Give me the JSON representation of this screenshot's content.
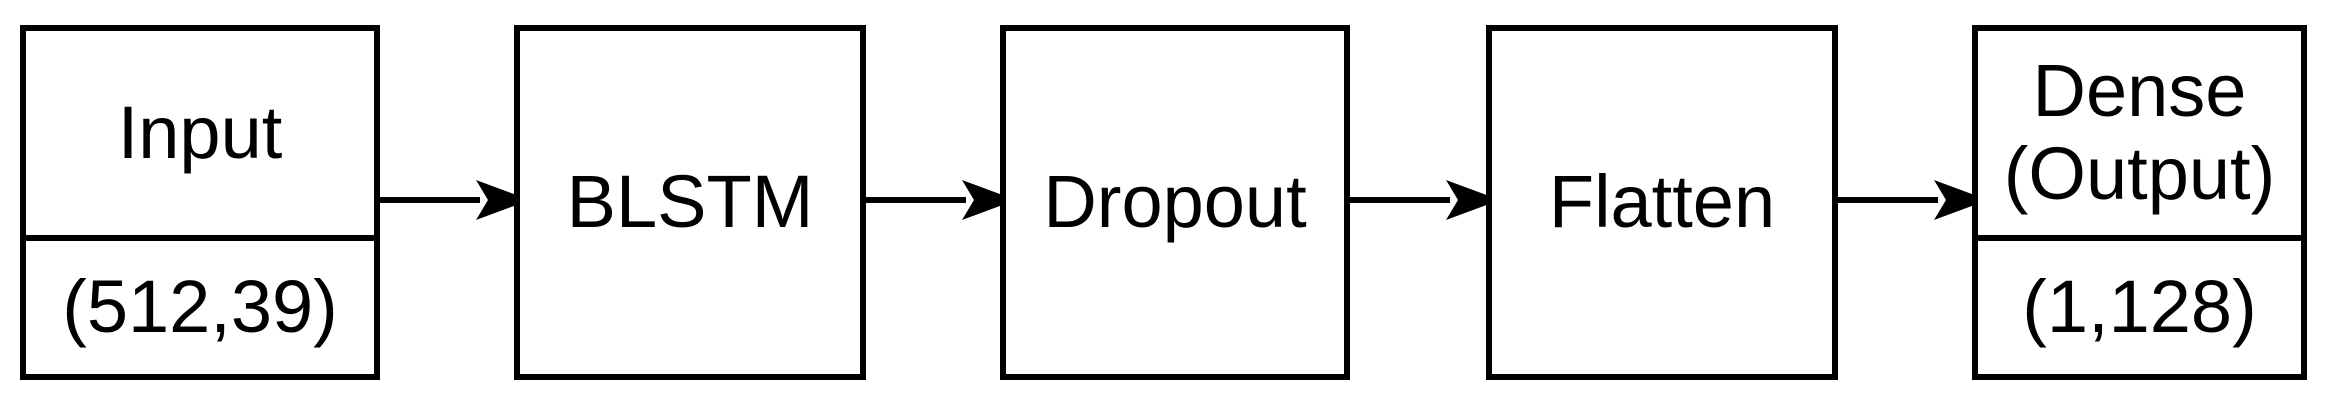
{
  "nodes": [
    {
      "id": "input",
      "label": "Input",
      "shape": "(512,39)"
    },
    {
      "id": "blstm",
      "label": "BLSTM"
    },
    {
      "id": "dropout",
      "label": "Dropout"
    },
    {
      "id": "flatten",
      "label": "Flatten"
    },
    {
      "id": "dense",
      "label_line1": "Dense",
      "label_line2": "(Output)",
      "shape": "(1,128)"
    }
  ],
  "edges": [
    {
      "from": "input",
      "to": "blstm"
    },
    {
      "from": "blstm",
      "to": "dropout"
    },
    {
      "from": "dropout",
      "to": "flatten"
    },
    {
      "from": "flatten",
      "to": "dense"
    }
  ],
  "colors": {
    "stroke": "#000000",
    "fill": "#ffffff",
    "text": "#000000"
  }
}
